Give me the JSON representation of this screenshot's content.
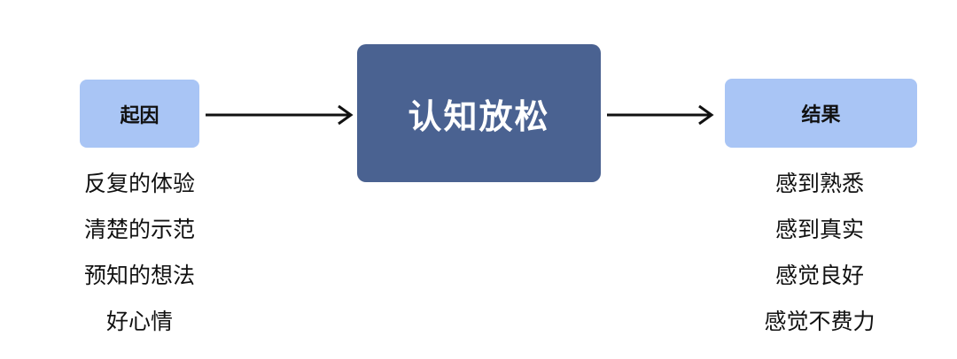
{
  "diagram": {
    "cause": {
      "title": "起因",
      "items": [
        "反复的体验",
        "清楚的示范",
        "预知的想法",
        "好心情"
      ]
    },
    "center": {
      "title": "认知放松"
    },
    "result": {
      "title": "结果",
      "items": [
        "感到熟悉",
        "感到真实",
        "感觉良好",
        "感觉不费力"
      ]
    },
    "colors": {
      "side_box": "#a9c5f5",
      "center_box": "#4a6291",
      "center_text": "#ffffff",
      "arrow": "#111111"
    }
  }
}
